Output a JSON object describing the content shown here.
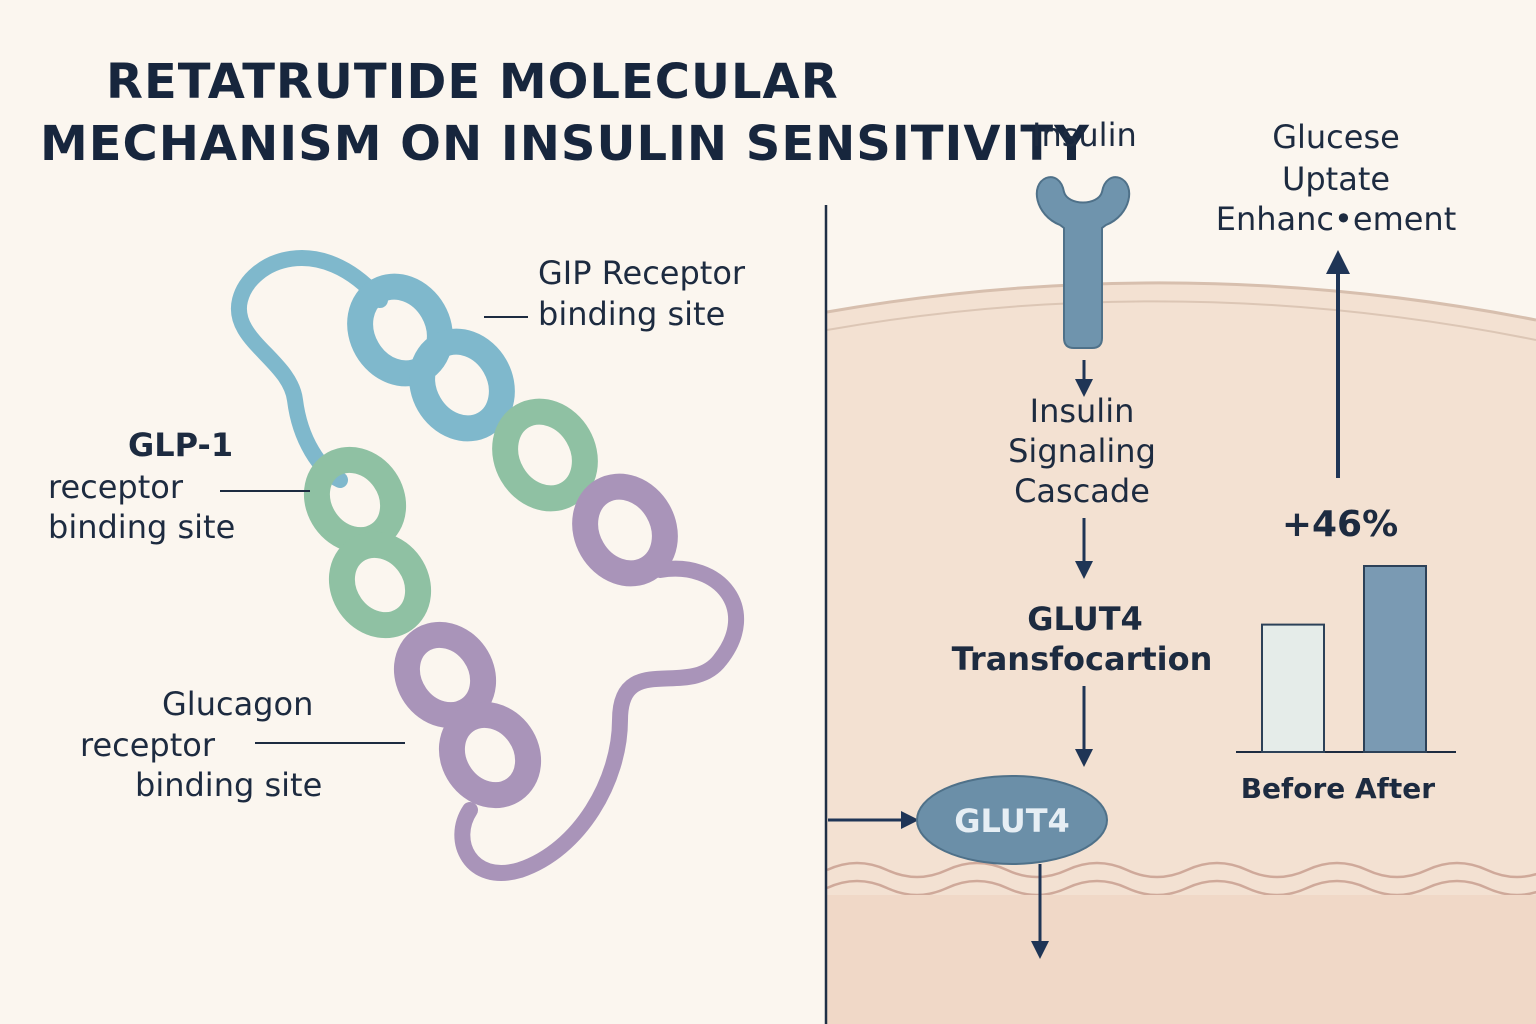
{
  "title": {
    "line1": "RETATRUTIDE MOLECULAR",
    "line2": "MECHANISM ON INSULIN SENSITIVITY"
  },
  "peptide": {
    "gip_label": [
      "GIP Receptor",
      "binding site"
    ],
    "glp1_label": [
      "GLP-1",
      "receptor",
      "binding site"
    ],
    "glucagon_label": [
      "Glucagon",
      "receptor",
      "binding site"
    ],
    "colors": {
      "gip": "#7fb8cc",
      "glp1": "#8fc1a3",
      "glucagon": "#a994b9"
    }
  },
  "pathway": {
    "insulin_label": "Insulin",
    "cascade_label": [
      "Insulin",
      "Signaling",
      "Cascade"
    ],
    "translocation_label": [
      "GLUT4",
      "Transfocartion"
    ],
    "glut4_label": "GLUT4",
    "uptake_label": [
      "Glucese",
      "Uptate",
      "Enhanc•ement"
    ],
    "colors": {
      "receptor": "#6f94ad",
      "glut4": "#6b8fa8",
      "cell": "#f3e1d2",
      "arrow": "#1f3556"
    }
  },
  "chart_data": {
    "type": "bar",
    "categories": [
      "Before",
      "After"
    ],
    "values": [
      100,
      146
    ],
    "annotation": "+46%",
    "ylim": [
      0,
      146
    ],
    "colors": [
      "#e5ece9",
      "#7a9ab3"
    ]
  }
}
